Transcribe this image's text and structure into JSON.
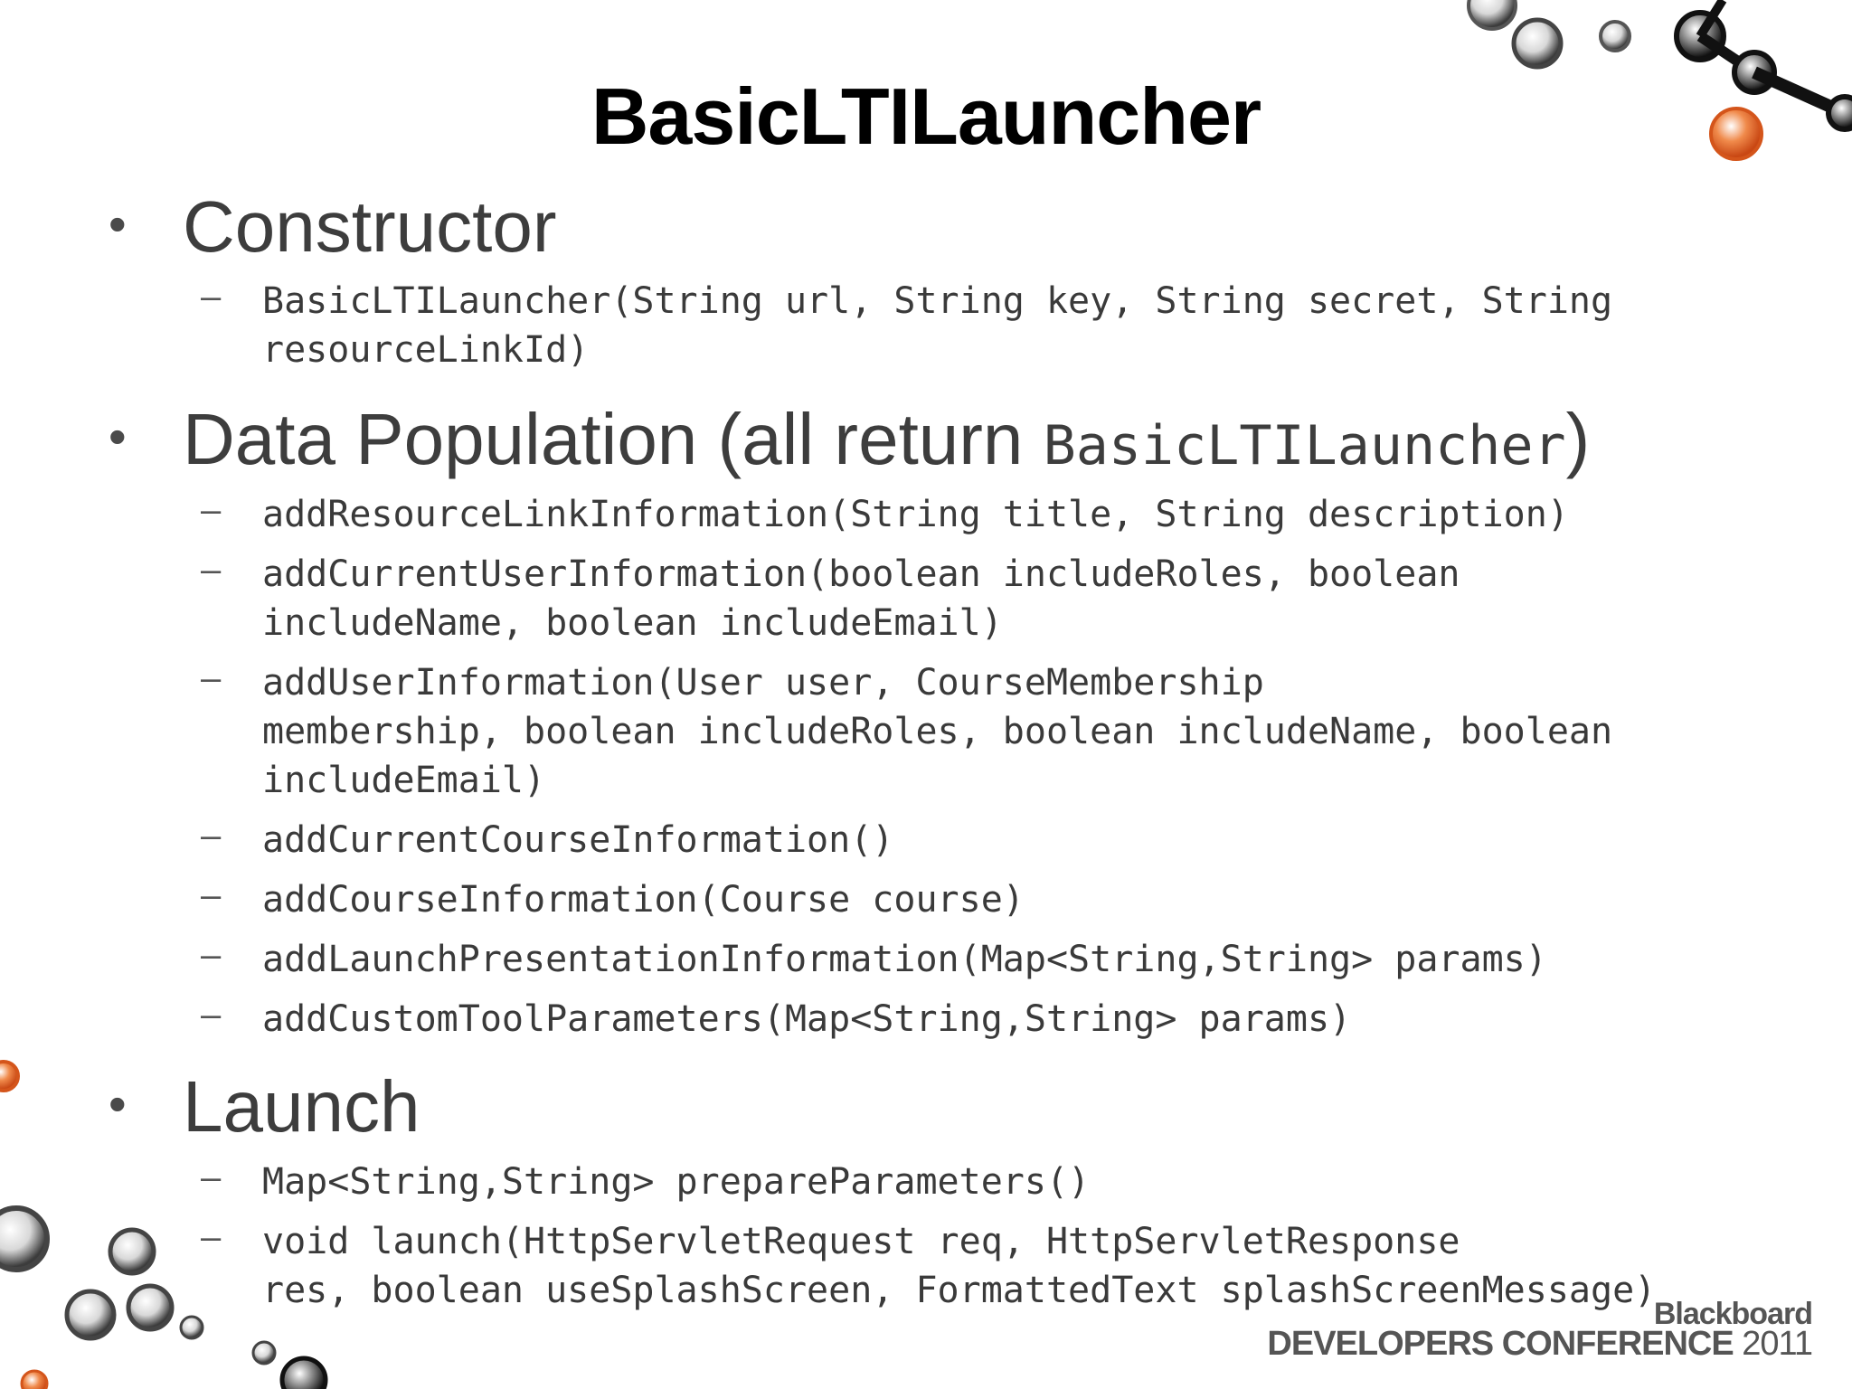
{
  "slide": {
    "title": "BasicLTILauncher",
    "sections": [
      {
        "heading": "Constructor",
        "heading_code": "",
        "heading_suffix": "",
        "items": [
          [
            "BasicLTILauncher(String url, String key, String secret, String",
            "resourceLinkId)"
          ]
        ]
      },
      {
        "heading": "Data Population (all return ",
        "heading_code": "BasicLTILauncher",
        "heading_suffix": ")",
        "items": [
          [
            "addResourceLinkInformation(String title, String description)"
          ],
          [
            "addCurrentUserInformation(boolean includeRoles, boolean",
            "includeName, boolean includeEmail)"
          ],
          [
            "addUserInformation(User user, CourseMembership",
            "membership, boolean includeRoles, boolean includeName, boolean",
            "includeEmail)"
          ],
          [
            "addCurrentCourseInformation()"
          ],
          [
            "addCourseInformation(Course course)"
          ],
          [
            "addLaunchPresentationInformation(Map<String,String> params)"
          ],
          [
            "addCustomToolParameters(Map<String,String> params)"
          ]
        ]
      },
      {
        "heading": "Launch",
        "heading_code": "",
        "heading_suffix": "",
        "items": [
          [
            "Map<String,String> prepareParameters()"
          ],
          [
            "void launch(HttpServletRequest req, HttpServletResponse",
            "res, boolean useSplashScreen, FormattedText splashScreenMessage)"
          ]
        ]
      }
    ],
    "bullet_symbol": "•",
    "dash_symbol": "–"
  },
  "branding": {
    "name": "Blackboard",
    "event": "DEVELOPERS CONFERENCE",
    "year": "2011"
  },
  "colors": {
    "accent_orange": "#e8642a",
    "bubble_gray": "#6b6b6b",
    "text_gray": "#3d3d3d"
  },
  "decorations": {
    "top_right": "bubble-cluster",
    "bottom_left": "bubble-cluster"
  }
}
